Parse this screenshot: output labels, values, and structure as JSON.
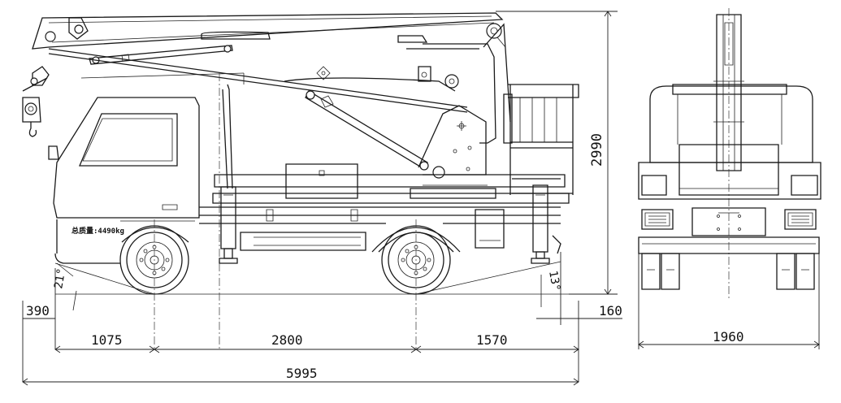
{
  "drawing": {
    "side_view": {
      "cab_label": "总质量:4490kg",
      "dimensions": {
        "front_overhang": "1075",
        "wheelbase": "2800",
        "rear_overhang": "1570",
        "overall_length": "5995",
        "overall_height": "2990",
        "front_offset": "390",
        "rear_offset": "160"
      },
      "angles": {
        "approach": "21°",
        "departure": "13°"
      }
    },
    "rear_view": {
      "dimensions": {
        "overall_width": "1960"
      }
    }
  }
}
